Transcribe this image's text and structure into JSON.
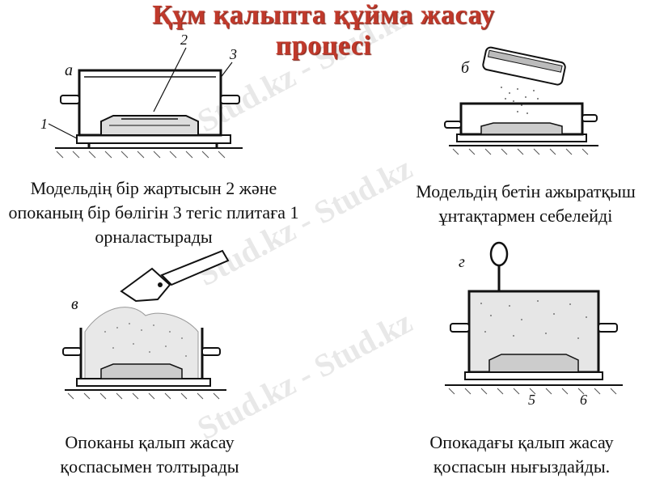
{
  "title": {
    "line1": "Құм қалыпта құйма жасау",
    "line2": "процесі"
  },
  "watermark": "Stud.kz - Stud.kz",
  "figures": {
    "a": {
      "letter": "а",
      "numbers": [
        "1",
        "2",
        "3"
      ],
      "caption_lines": [
        "Модельдің бір жартысын 2 және",
        "опоканың бір бөлігін 3 тегіс плитаға 1",
        "орналастырады"
      ]
    },
    "b": {
      "letter": "б",
      "caption_lines": [
        "Модельдің бетін ажыратқыш",
        "ұнтақтармен себелейді"
      ]
    },
    "c": {
      "letter": "в",
      "caption_lines": [
        "Опоканы қалып жасау",
        "қоспасымен толтырады"
      ]
    },
    "d": {
      "letter": "г",
      "numbers": [
        "5",
        "6"
      ],
      "caption_lines": [
        "Опокадағы қалып жасау",
        "қоспасын нығыздайды."
      ]
    }
  },
  "colors": {
    "title": "#c0392b",
    "ink": "#111111"
  }
}
